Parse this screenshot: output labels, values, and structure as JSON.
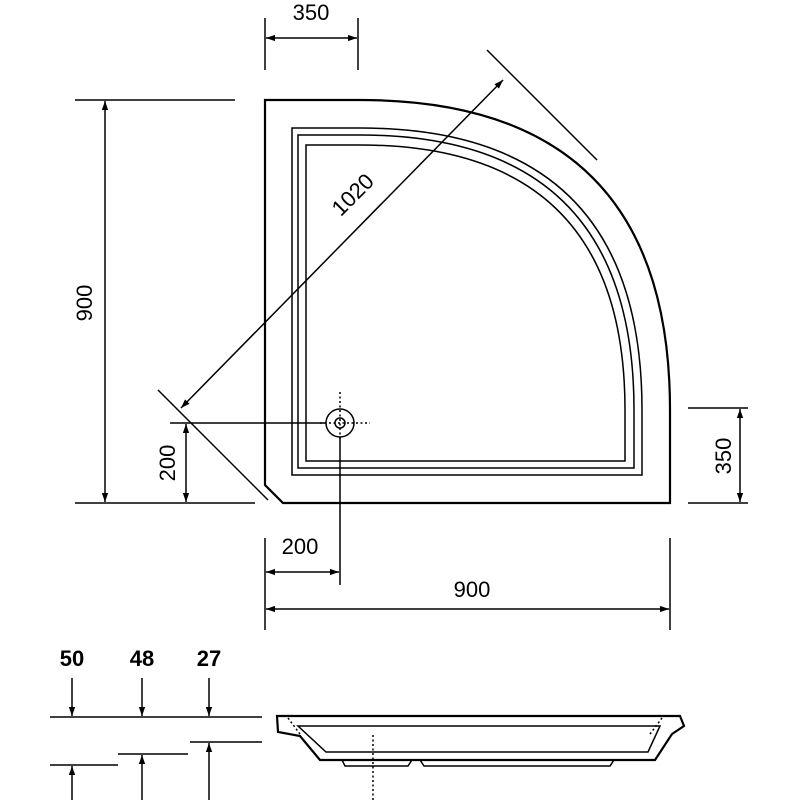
{
  "plan": {
    "top_offset": "350",
    "diagonal": "1020",
    "height": "900",
    "drain_y": "200",
    "right_offset": "350",
    "drain_x": "200",
    "width": "900"
  },
  "section": {
    "heights": [
      "50",
      "48",
      "27"
    ]
  }
}
